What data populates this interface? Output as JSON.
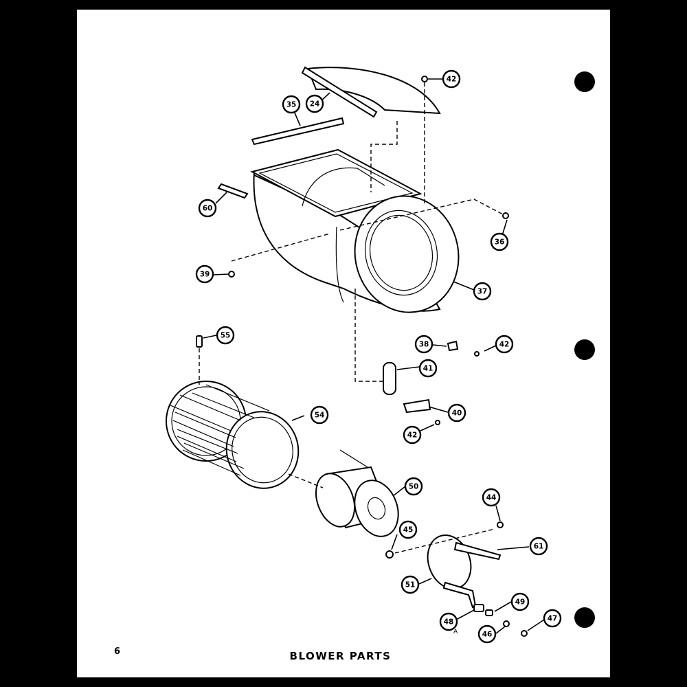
{
  "page": {
    "title": "BLOWER PARTS",
    "number": "6"
  },
  "callouts": [
    {
      "id": "c42a",
      "label": "42"
    },
    {
      "id": "c24",
      "label": "24"
    },
    {
      "id": "c35",
      "label": "35"
    },
    {
      "id": "c60",
      "label": "60"
    },
    {
      "id": "c36",
      "label": "36"
    },
    {
      "id": "c39",
      "label": "39"
    },
    {
      "id": "c37",
      "label": "37"
    },
    {
      "id": "c55",
      "label": "55"
    },
    {
      "id": "c38",
      "label": "38"
    },
    {
      "id": "c42b",
      "label": "42"
    },
    {
      "id": "c41",
      "label": "41"
    },
    {
      "id": "c40",
      "label": "40"
    },
    {
      "id": "c42c",
      "label": "42"
    },
    {
      "id": "c54",
      "label": "54"
    },
    {
      "id": "c50",
      "label": "50"
    },
    {
      "id": "c44",
      "label": "44"
    },
    {
      "id": "c45",
      "label": "45"
    },
    {
      "id": "c61",
      "label": "61"
    },
    {
      "id": "c51",
      "label": "51"
    },
    {
      "id": "c49",
      "label": "49"
    },
    {
      "id": "c48",
      "label": "48"
    },
    {
      "id": "c46",
      "label": "46"
    },
    {
      "id": "c47",
      "label": "47"
    }
  ],
  "suffix_mark": "A"
}
